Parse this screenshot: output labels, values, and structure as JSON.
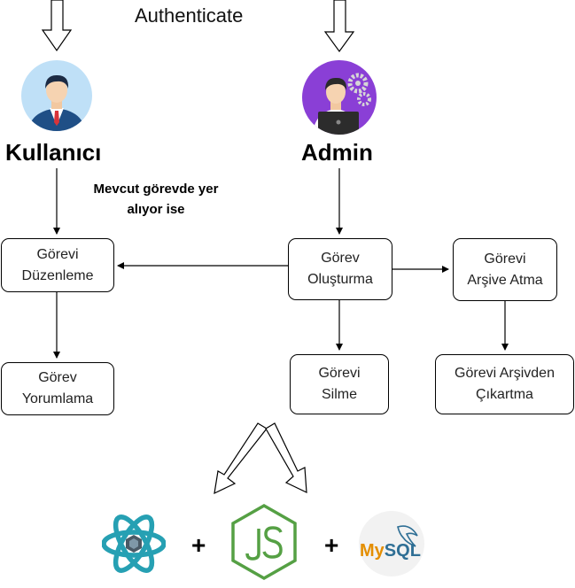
{
  "title": "Authenticate",
  "roles": {
    "user": "Kullanıcı",
    "admin": "Admin"
  },
  "condition_note": {
    "line1": "Mevcut görevde yer",
    "line2": "alıyor ise"
  },
  "boxes": {
    "edit_task": {
      "line1": "Görevi",
      "line2": "Düzenleme"
    },
    "comment_task": {
      "line1": "Görev",
      "line2": "Yorumlama"
    },
    "create_task": {
      "line1": "Görev",
      "line2": "Oluşturma"
    },
    "delete_task": {
      "line1": "Görevi",
      "line2": "Silme"
    },
    "archive_task": {
      "line1": "Görevi",
      "line2": "Arşive Atma"
    },
    "unarchive_task": {
      "line1": "Görevi Arşivden",
      "line2": "Çıkartma"
    }
  },
  "tech_stack": {
    "plus": "+",
    "mysql_label_my": "My",
    "mysql_label_sql": "SQL",
    "icons": [
      "react-atom-icon",
      "nodejs-icon",
      "mysql-icon"
    ]
  },
  "colors": {
    "user_avatar_bg": "#bfe0f7",
    "admin_avatar_bg": "#8a3fd6",
    "react": "#26a0b3",
    "node": "#55a044",
    "mysql_blue": "#2f6f95",
    "mysql_orange": "#e48e00"
  }
}
